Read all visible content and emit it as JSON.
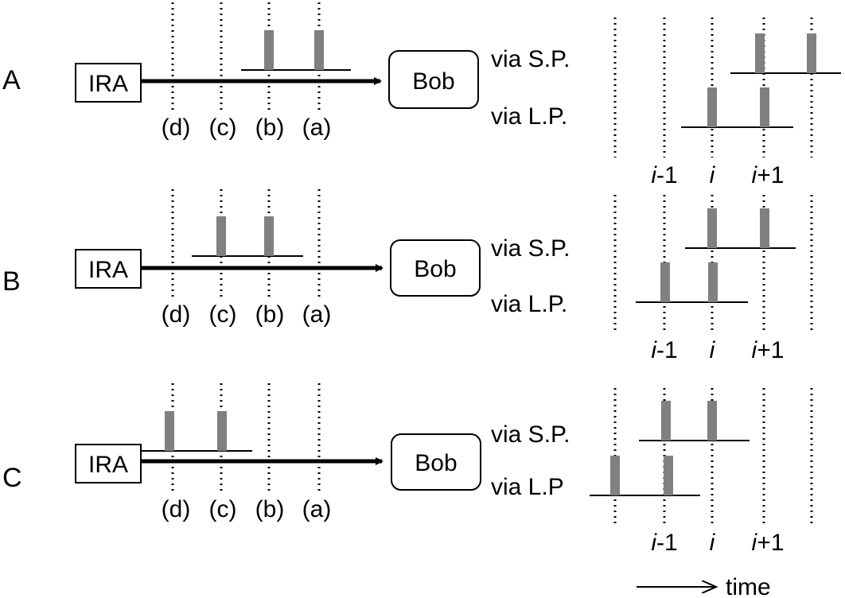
{
  "rows": [
    {
      "label": "A",
      "source": "IRA",
      "destination": "Bob",
      "positions": [
        "(d)",
        "(c)",
        "(b)",
        "(a)"
      ],
      "via_short": "via S.P.",
      "via_long": "via L.P.",
      "time_labels": [
        {
          "i": "i",
          "suffix": "-1"
        },
        {
          "i": "i",
          "suffix": ""
        },
        {
          "i": "i",
          "suffix": "+1"
        }
      ]
    },
    {
      "label": "B",
      "source": "IRA",
      "destination": "Bob",
      "positions": [
        "(d)",
        "(c)",
        "(b)",
        "(a)"
      ],
      "via_short": "via S.P.",
      "via_long": "via L.P.",
      "time_labels": [
        {
          "i": "i",
          "suffix": "-1"
        },
        {
          "i": "i",
          "suffix": ""
        },
        {
          "i": "i",
          "suffix": "+1"
        }
      ]
    },
    {
      "label": "C",
      "source": "IRA",
      "destination": "Bob",
      "positions": [
        "(d)",
        "(c)",
        "(b)",
        "(a)"
      ],
      "via_short": "via S.P.",
      "via_long": "via L.P",
      "time_labels": [
        {
          "i": "i",
          "suffix": "-1"
        },
        {
          "i": "i",
          "suffix": ""
        },
        {
          "i": "i",
          "suffix": "+1"
        }
      ]
    }
  ],
  "time_axis_label": "time",
  "colors": {
    "pulse": "#808080",
    "line": "#000000"
  }
}
